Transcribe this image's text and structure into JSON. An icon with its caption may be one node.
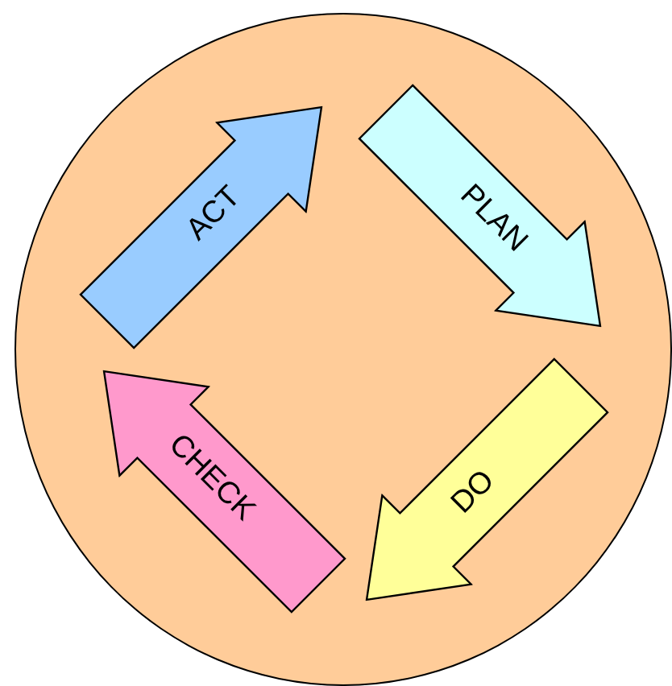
{
  "diagram": {
    "nodes": [
      {
        "text": [],
        "shape": "circle"
      },
      {
        "text": [
          "ACT"
        ],
        "in": 0
      },
      {
        "text": [
          "PLAN"
        ],
        "in": 0
      },
      {
        "text": [
          "CHECK"
        ],
        "in": 0
      },
      {
        "text": [
          "DO"
        ],
        "in": 0
      }
    ]
  }
}
